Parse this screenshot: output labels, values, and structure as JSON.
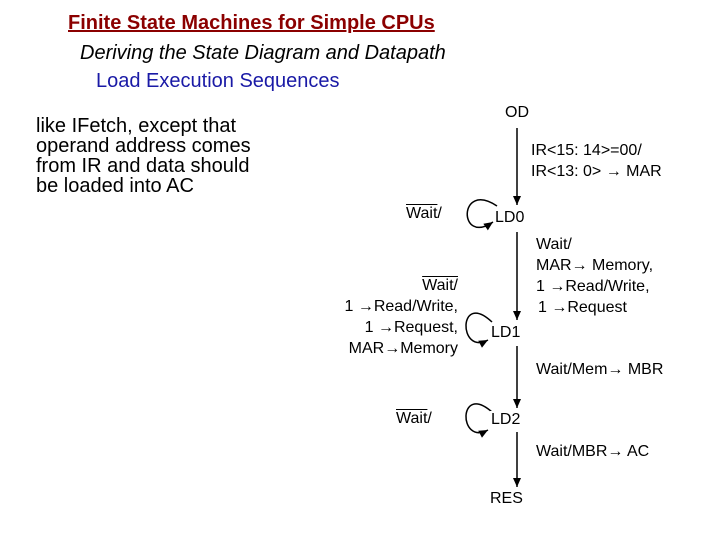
{
  "header": {
    "title": "Finite State Machines for Simple CPUs",
    "subtitle": "Deriving the State Diagram and Datapath",
    "section": "Load Execution Sequences"
  },
  "description": [
    "like IFetch, except that",
    "operand address comes",
    "from IR and data should",
    "be loaded into AC"
  ],
  "states": {
    "od": "OD",
    "ld0": "LD0",
    "ld1": "LD1",
    "ld2": "LD2",
    "res": "RES"
  },
  "transitions": {
    "od_ld0": [
      "IR<15: 14>=00/",
      "IR<13: 0> → MAR"
    ],
    "ld0_self": "Wait/",
    "ld0_ld1": [
      "Wait/",
      "MAR→ Memory,",
      "1 →Read/Write,",
      "1 →Request"
    ],
    "ld1_self": [
      "Wait/",
      "1 →Read/Write,",
      "1 →Request,",
      "MAR→Memory"
    ],
    "ld1_ld2": "Wait/Mem→ MBR",
    "ld2_self": "Wait/",
    "ld2_res": "Wait/MBR→ AC"
  }
}
